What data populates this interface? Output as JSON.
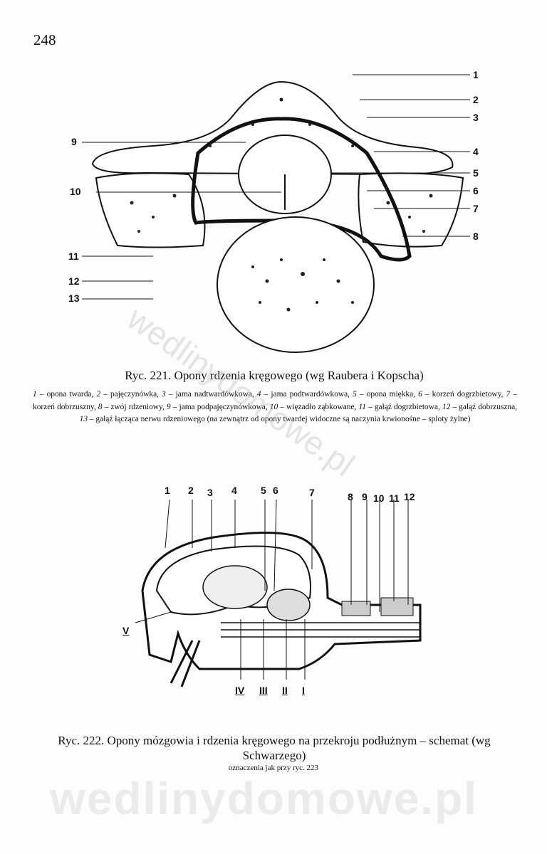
{
  "page_number": "248",
  "figure221": {
    "labels_right": [
      "1",
      "2",
      "3",
      "4",
      "5",
      "6",
      "7",
      "8"
    ],
    "labels_left": [
      "9",
      "10",
      "11",
      "12",
      "13"
    ],
    "caption": "Ryc. 221. Opony rdzenia kręgowego (wg Raubera i Kopscha)",
    "legend": [
      {
        "n": "1",
        "t": " – opona twarda, "
      },
      {
        "n": "2",
        "t": " – pajęczynówka, "
      },
      {
        "n": "3",
        "t": " – jama nadtwardówkowa, "
      },
      {
        "n": "4",
        "t": " – jama podtwardówkowa, "
      },
      {
        "n": "5",
        "t": " – opona miękka, "
      },
      {
        "n": "6",
        "t": " – korzeń dogrzbietowy, "
      },
      {
        "n": "7",
        "t": " – korzeń dobrzuszny, "
      },
      {
        "n": "8",
        "t": " – zwój rdzeniowy, "
      },
      {
        "n": "9",
        "t": " – jama podpajęczynówkowa, "
      },
      {
        "n": "10",
        "t": " – więzadło ząbkowane, "
      },
      {
        "n": "11",
        "t": " – gałąź dogrzbietowa, "
      },
      {
        "n": "12",
        "t": " – gałąź dobrzuszna, "
      },
      {
        "n": "13",
        "t": " – gałąź łącząca nerwu rdzeniowego (na zewnątrz od opony twardej widoczne są naczynia krwionośne – sploty żylne)"
      }
    ]
  },
  "figure222": {
    "labels_top": [
      "1",
      "2",
      "3",
      "4",
      "5",
      "6",
      "7",
      "8",
      "9",
      "10",
      "11",
      "12"
    ],
    "label_left": "V",
    "labels_bottom": [
      "IV",
      "III",
      "II",
      "I"
    ],
    "caption": "Ryc. 222. Opony mózgowia i rdzenia kręgowego na przekroju podłużnym – schemat (wg Schwarzego)",
    "note": "oznaczenia jak przy ryc. 223"
  },
  "watermark": "wedlinydomowe.pl"
}
